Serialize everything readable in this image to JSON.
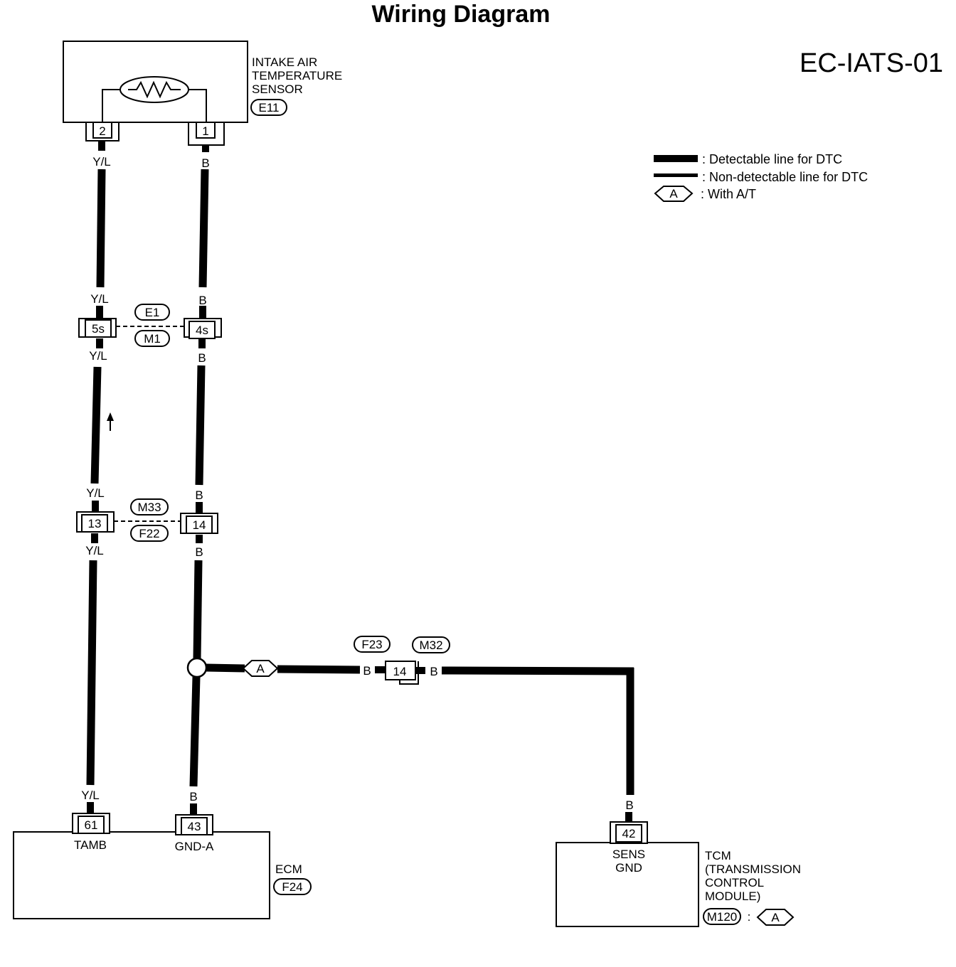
{
  "title": "Wiring Diagram",
  "diagram_code": "EC-IATS-01",
  "legend": [
    {
      "text": ": Detectable line for DTC",
      "style": "thick"
    },
    {
      "text": ": Non-detectable line for DTC",
      "style": "thin"
    },
    {
      "text": ": With A/T",
      "style": "option",
      "tag": "A"
    }
  ],
  "sensor": {
    "name_lines": [
      "INTAKE AIR",
      "TEMPERATURE",
      "SENSOR"
    ],
    "connector": "E11",
    "pins": [
      "2",
      "1"
    ]
  },
  "wires": {
    "left_color": "Y/L",
    "right_color": "B"
  },
  "joint1": {
    "left_pin": "5s",
    "right_pin": "4s",
    "connectors": [
      "E1",
      "M1"
    ]
  },
  "joint2": {
    "left_pin": "13",
    "right_pin": "14",
    "connectors": [
      "M33",
      "F22"
    ]
  },
  "branch": {
    "option_tag": "A",
    "pin": "14",
    "connectors": [
      "F23",
      "M32"
    ],
    "wire_color": "B"
  },
  "ecm": {
    "name": "ECM",
    "connector": "F24",
    "pins": [
      {
        "pin": "61",
        "label": "TAMB"
      },
      {
        "pin": "43",
        "label": "GND-A"
      }
    ]
  },
  "tcm": {
    "name_lines": [
      "TCM",
      "(TRANSMISSION",
      "CONTROL",
      "MODULE)"
    ],
    "connector": "M120",
    "option_tag": "A",
    "pin": "42",
    "pin_label_lines": [
      "SENS",
      "GND"
    ]
  }
}
